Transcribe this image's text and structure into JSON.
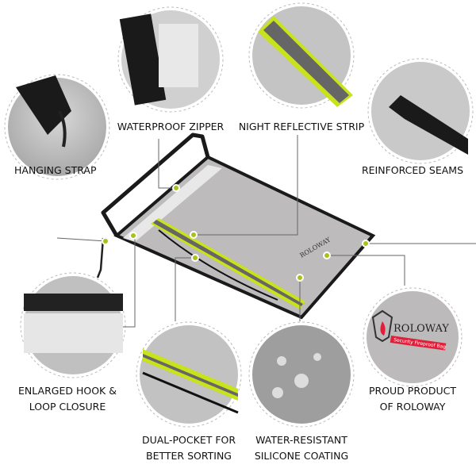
{
  "features": {
    "hanging_strap": "HANGING STRAP",
    "waterproof_zipper": "WATERPROOF ZIPPER",
    "night_reflective_strip": "NIGHT REFLECTIVE STRIP",
    "reinforced_seams": "REINFORCED SEAMS",
    "hook_loop_line1": "ENLARGED HOOK &",
    "hook_loop_line2": "LOOP CLOSURE",
    "dual_pocket_line1": "DUAL-POCKET FOR",
    "dual_pocket_line2": "BETTER SORTING",
    "water_resistant_line1": "WATER-RESISTANT",
    "water_resistant_line2": "SILICONE COATING",
    "proud_line1": "PROUD PRODUCT",
    "proud_line2": "OF ROLOWAY"
  },
  "brand": {
    "name": "ROLOWAY",
    "tagline": "Security Fireproof Bag"
  },
  "colors": {
    "accent": "#c8e21c",
    "bag": "#bdbbbb",
    "trim": "#1a1a1a",
    "logo_red": "#e0203a"
  }
}
